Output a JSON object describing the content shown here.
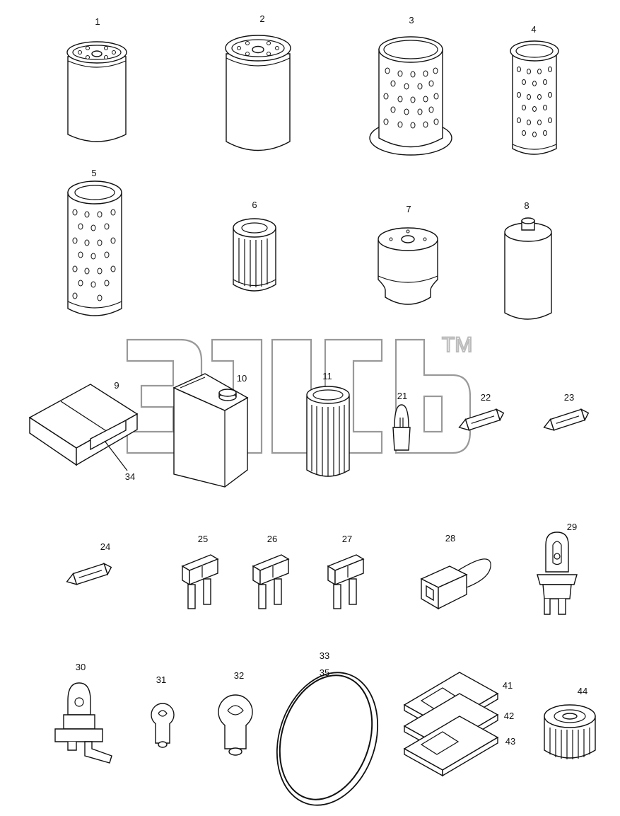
{
  "corner_mark": "",
  "watermark": "TM",
  "callouts": {
    "p1": "1",
    "p2": "2",
    "p3": "3",
    "p4": "4",
    "p5": "5",
    "p6": "6",
    "p7": "7",
    "p8": "8",
    "p9": "9",
    "p10": "10",
    "p11": "11",
    "p21": "21",
    "p22": "22",
    "p23": "23",
    "p24": "24",
    "p25": "25",
    "p26": "26",
    "p27": "27",
    "p28": "28",
    "p29": "29",
    "p30": "30",
    "p31": "31",
    "p32": "32",
    "p33": "33",
    "p34": "34",
    "p35": "35",
    "p41": "41",
    "p42": "42",
    "p43": "43",
    "p44": "44"
  }
}
